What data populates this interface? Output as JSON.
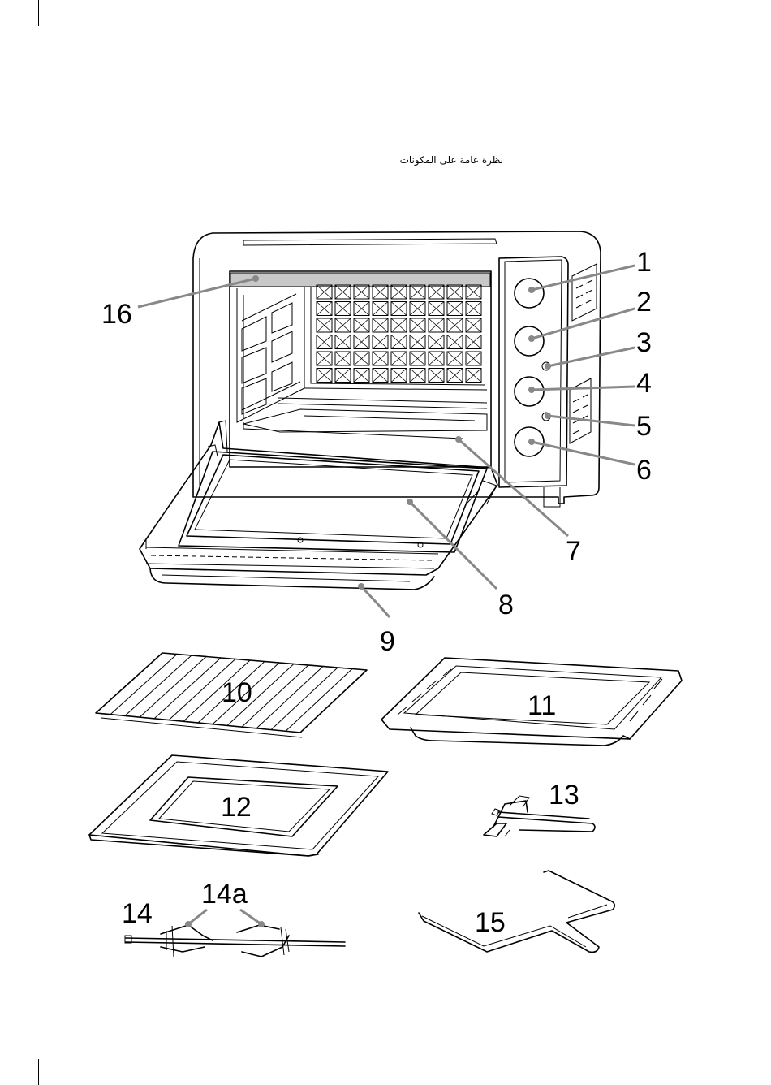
{
  "heading": "نظرة عامة على المكونات",
  "colors": {
    "line": "#000000",
    "leader": "#888888",
    "panel": "#c8c8c8"
  },
  "labels": {
    "l1": "1",
    "l2": "2",
    "l3": "3",
    "l4": "4",
    "l5": "5",
    "l6": "6",
    "l7": "7",
    "l8": "8",
    "l9": "9",
    "l10": "10",
    "l11": "11",
    "l12": "12",
    "l13": "13",
    "l14": "14",
    "l14a": "14a",
    "l15": "15",
    "l16": "16"
  }
}
